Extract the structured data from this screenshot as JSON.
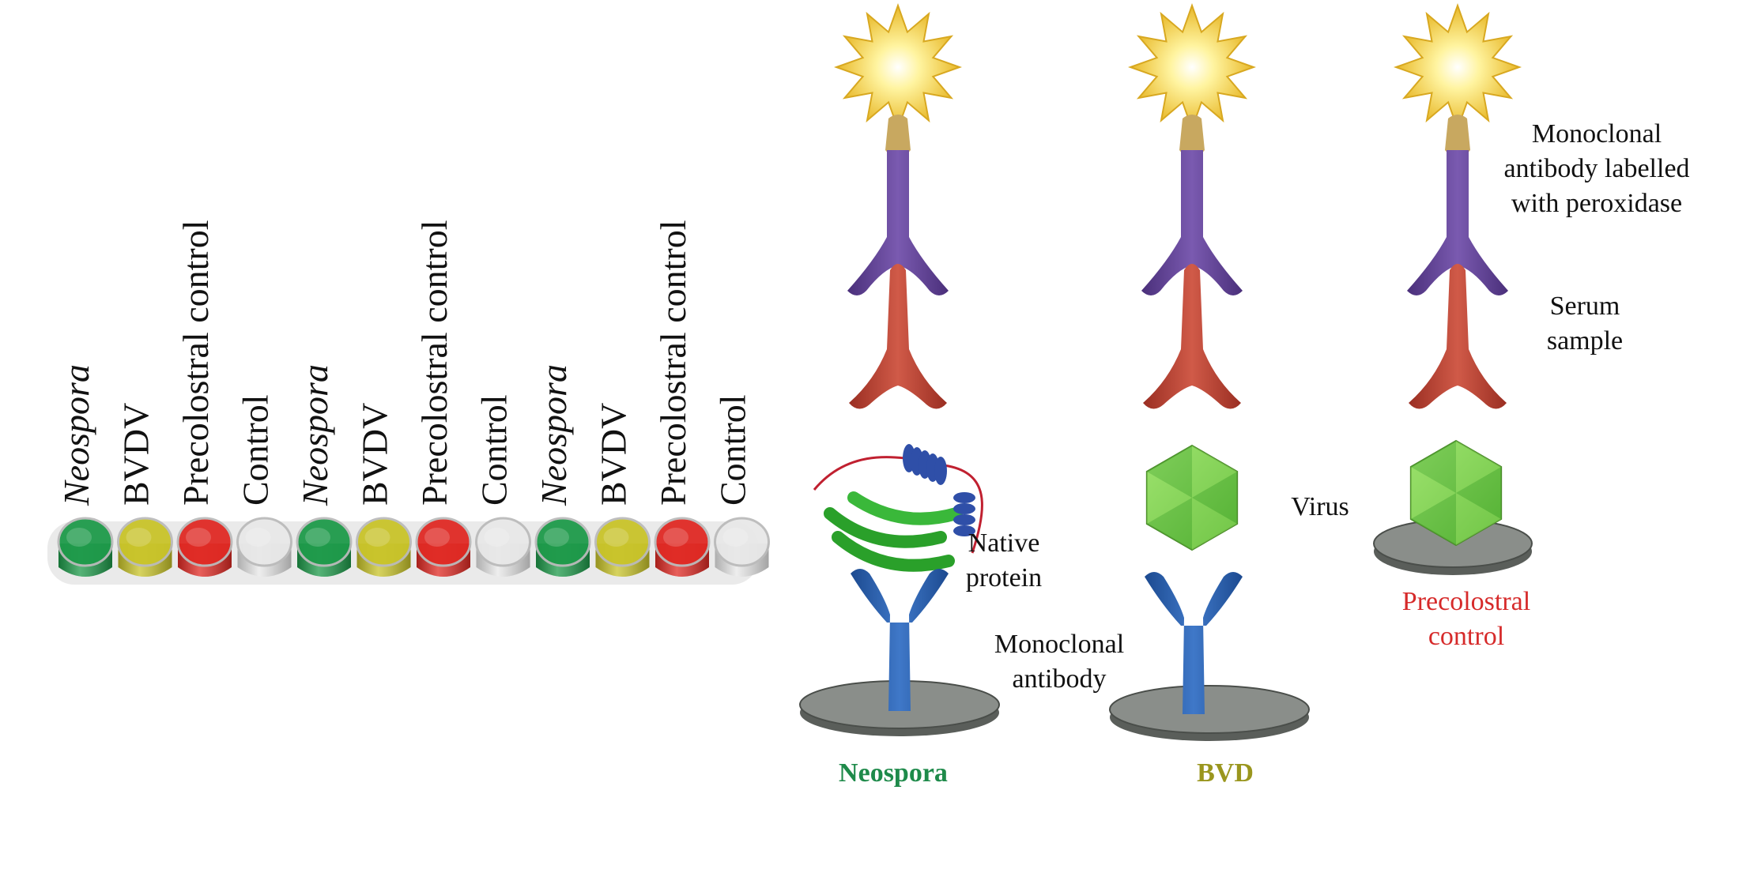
{
  "wells": {
    "labels": [
      {
        "text": "Neospora",
        "italic": true
      },
      {
        "text": "BVDV",
        "italic": false
      },
      {
        "text": "Precolostral control",
        "italic": false
      },
      {
        "text": "Control",
        "italic": false
      },
      {
        "text": "Neospora",
        "italic": true
      },
      {
        "text": "BVDV",
        "italic": false
      },
      {
        "text": "Precolostral control",
        "italic": false
      },
      {
        "text": "Control",
        "italic": false
      },
      {
        "text": "Neospora",
        "italic": true
      },
      {
        "text": "BVDV",
        "italic": false
      },
      {
        "text": "Precolostral control",
        "italic": false
      },
      {
        "text": "Control",
        "italic": false
      }
    ],
    "colors": [
      "#1e9a4a",
      "#c9c42a",
      "#e02a24",
      "#e8e8e8",
      "#1e9a4a",
      "#c9c42a",
      "#e02a24",
      "#e8e8e8",
      "#1e9a4a",
      "#c9c42a",
      "#e02a24",
      "#e8e8e8"
    ]
  },
  "diagram": {
    "labels": {
      "monoclonal_labelled": "Monoclonal antibody labelled with peroxidase",
      "serum_sample": "Serum sample",
      "virus": "Virus",
      "native_protein": "Native protein",
      "monoclonal_antibody": "Monoclonal antibody",
      "precolostral_control": "Precolostral control"
    },
    "columns": [
      {
        "name": "Neospora",
        "color": "#1e8a4a"
      },
      {
        "name": "BVD",
        "color": "#9a961e"
      },
      {
        "name": "",
        "color": "#d62a2a"
      }
    ]
  },
  "colors": {
    "purple": "#6a4a9a",
    "serum_red": "#c44a3a",
    "capture_blue": "#2f62b0",
    "virus_green": "#7ad04a",
    "plate_gray": "#7c807c",
    "star_yellow": "#f2d040"
  }
}
